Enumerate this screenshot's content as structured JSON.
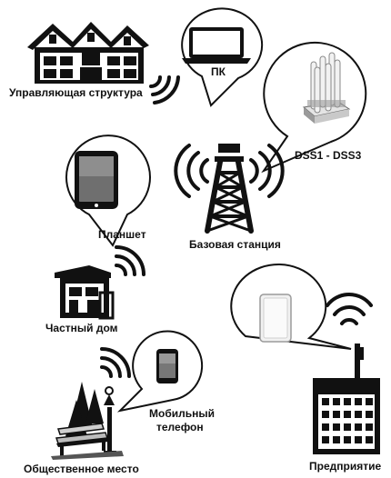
{
  "diagram": {
    "nodes": {
      "management": {
        "label": "Управляющая структура",
        "icon": "office-building-icon"
      },
      "pc": {
        "label": "ПК",
        "icon": "laptop-icon"
      },
      "dss": {
        "label": "DSS1 -  DSS3",
        "icon": "antenna-unit-icon"
      },
      "tablet": {
        "label": "Планшет",
        "icon": "tablet-icon"
      },
      "base_station": {
        "label": "Базовая станция",
        "icon": "cell-tower-icon"
      },
      "private_house": {
        "label": "Частный дом",
        "icon": "house-icon"
      },
      "enterprise": {
        "label": "Предприятие",
        "icon": "enterprise-building-icon"
      },
      "mobile": {
        "label": "Мобильный телефон",
        "line1": "Мобильный",
        "line2": "телефон",
        "icon": "mobile-phone-icon"
      },
      "public_place": {
        "label": "Общественное место",
        "icon": "park-bench-icon"
      }
    },
    "colors": {
      "ink": "#111111",
      "grey": "#9a9a9a",
      "light": "#e4e4e4",
      "paper": "#ffffff"
    }
  }
}
